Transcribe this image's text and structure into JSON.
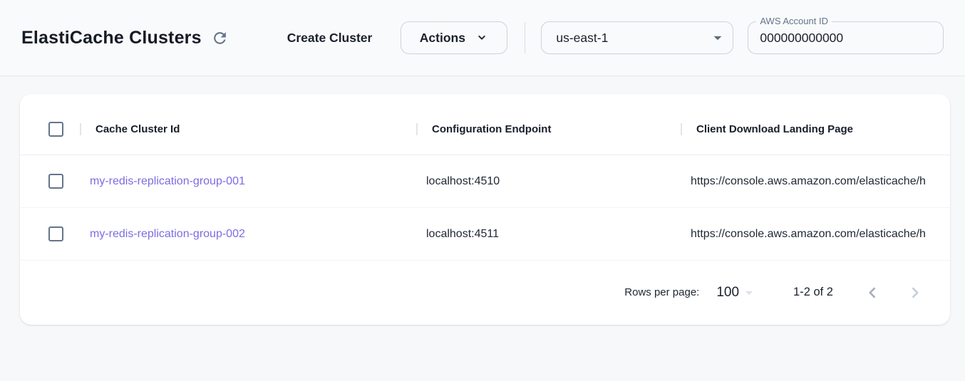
{
  "header": {
    "title": "ElastiCache Clusters",
    "create_button_label": "Create Cluster",
    "actions_button_label": "Actions",
    "region": "us-east-1",
    "account_id_label": "AWS Account ID",
    "account_id_value": "000000000000"
  },
  "icons": {
    "refresh": "refresh-icon",
    "actions": "chevron-down-icon",
    "region": "dropdown-arrow-icon",
    "rows_per_page": "dropdown-arrow-icon",
    "prev": "chevron-left-icon",
    "next": "chevron-right-icon"
  },
  "table": {
    "columns": {
      "cluster_id": "Cache Cluster Id",
      "endpoint": "Configuration Endpoint",
      "landing_page": "Client Download Landing Page"
    },
    "rows": [
      {
        "cluster_id": "my-redis-replication-group-001",
        "endpoint": "localhost:4510",
        "landing_page": "https://console.aws.amazon.com/elasticache/h"
      },
      {
        "cluster_id": "my-redis-replication-group-002",
        "endpoint": "localhost:4511",
        "landing_page": "https://console.aws.amazon.com/elasticache/h"
      }
    ]
  },
  "pagination": {
    "rows_per_page_label": "Rows per page:",
    "rows_per_page_value": "100",
    "range": "1-2 of 2"
  },
  "colors": {
    "link": "#7b6ce2",
    "icon_gray": "#64748b",
    "page_background": "#f7f8fa",
    "card_background": "#ffffff"
  }
}
